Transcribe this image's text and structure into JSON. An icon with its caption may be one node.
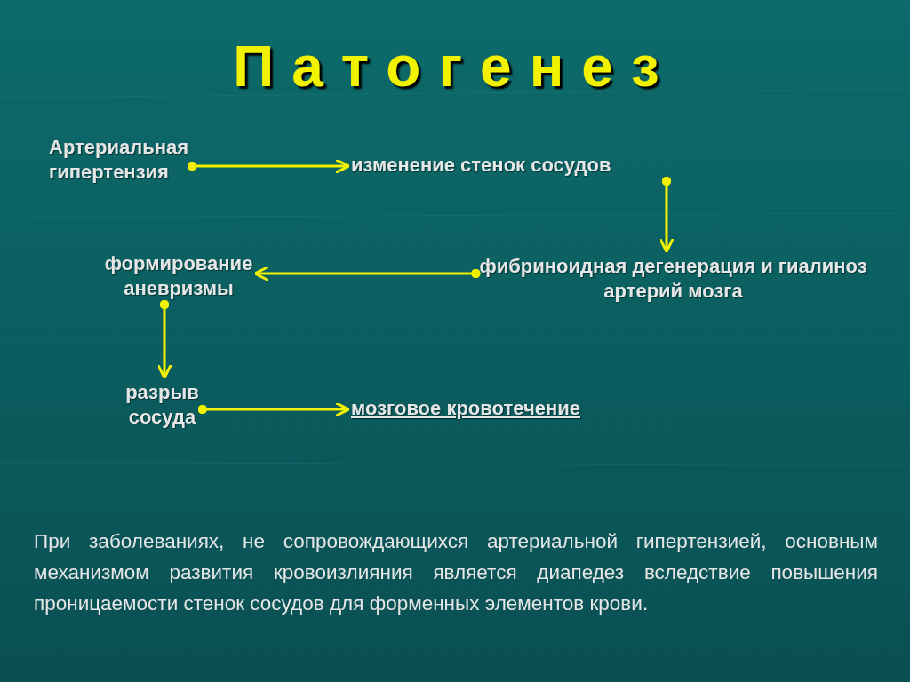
{
  "diagram": {
    "title": "Патогенез",
    "caption": "При заболеваниях, не сопровождающихся артериальной гипертензией, основным механизмом развития кровоизлияния является диапедез вследствие повышения проницаемости стенок сосудов для форменных элементов крови.",
    "nodes": [
      {
        "text": [
          "Артериальная гипертензия"
        ]
      },
      {
        "text": [
          "изменение стенок сосудов"
        ]
      },
      {
        "text": [
          "фибриноидная дегенерация и гиалиноз артерий мозга"
        ]
      },
      {
        "text": [
          "формирование аневризмы"
        ]
      },
      {
        "text": [
          "разрыв сосуда"
        ]
      },
      {
        "text": [
          "мозговое кровотечение"
        ]
      }
    ],
    "edges": [
      {
        "from": 0,
        "to": 1,
        "arrow": "to"
      },
      {
        "from": 1,
        "to": 2,
        "arrow": "to"
      },
      {
        "from": 2,
        "to": 3,
        "arrow": "to"
      },
      {
        "from": 3,
        "to": 4,
        "arrow": "to"
      },
      {
        "from": 4,
        "to": 5,
        "arrow": "to"
      }
    ]
  }
}
